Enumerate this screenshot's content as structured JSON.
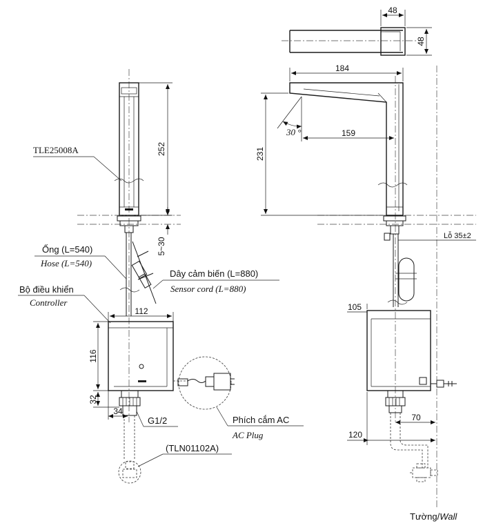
{
  "labels": {
    "model": "TLE25008A",
    "hose_vi": "Ống (L=540)",
    "hose_en": "Hose (L=540)",
    "controller_vi": "Bộ điều khiển",
    "controller_en": "Controller",
    "sensor_vi": "Dây cảm biến (L=880)",
    "sensor_en": "Sensor cord (L=880)",
    "thread": "G1/2",
    "valve": "(TLN01102A)",
    "plug_vi": "Phích cắm AC",
    "plug_en": "AC Plug",
    "hole": "Lỗ 35±2",
    "wall_vi": "Tường/",
    "wall_en": "Wall"
  },
  "dimensions": {
    "top_width": "48",
    "top_height": "48",
    "spout_reach": "184",
    "spout_inner": "159",
    "angle": "30 °",
    "body_height_side": "231",
    "body_height_front": "252",
    "deck_thickness": "5~30",
    "controller_width_front": "112",
    "controller_width_side": "105",
    "controller_height": "116",
    "outlet_height": "32",
    "outlet_offset": "34",
    "wall_offset": "70",
    "wall_to_center": "120"
  }
}
